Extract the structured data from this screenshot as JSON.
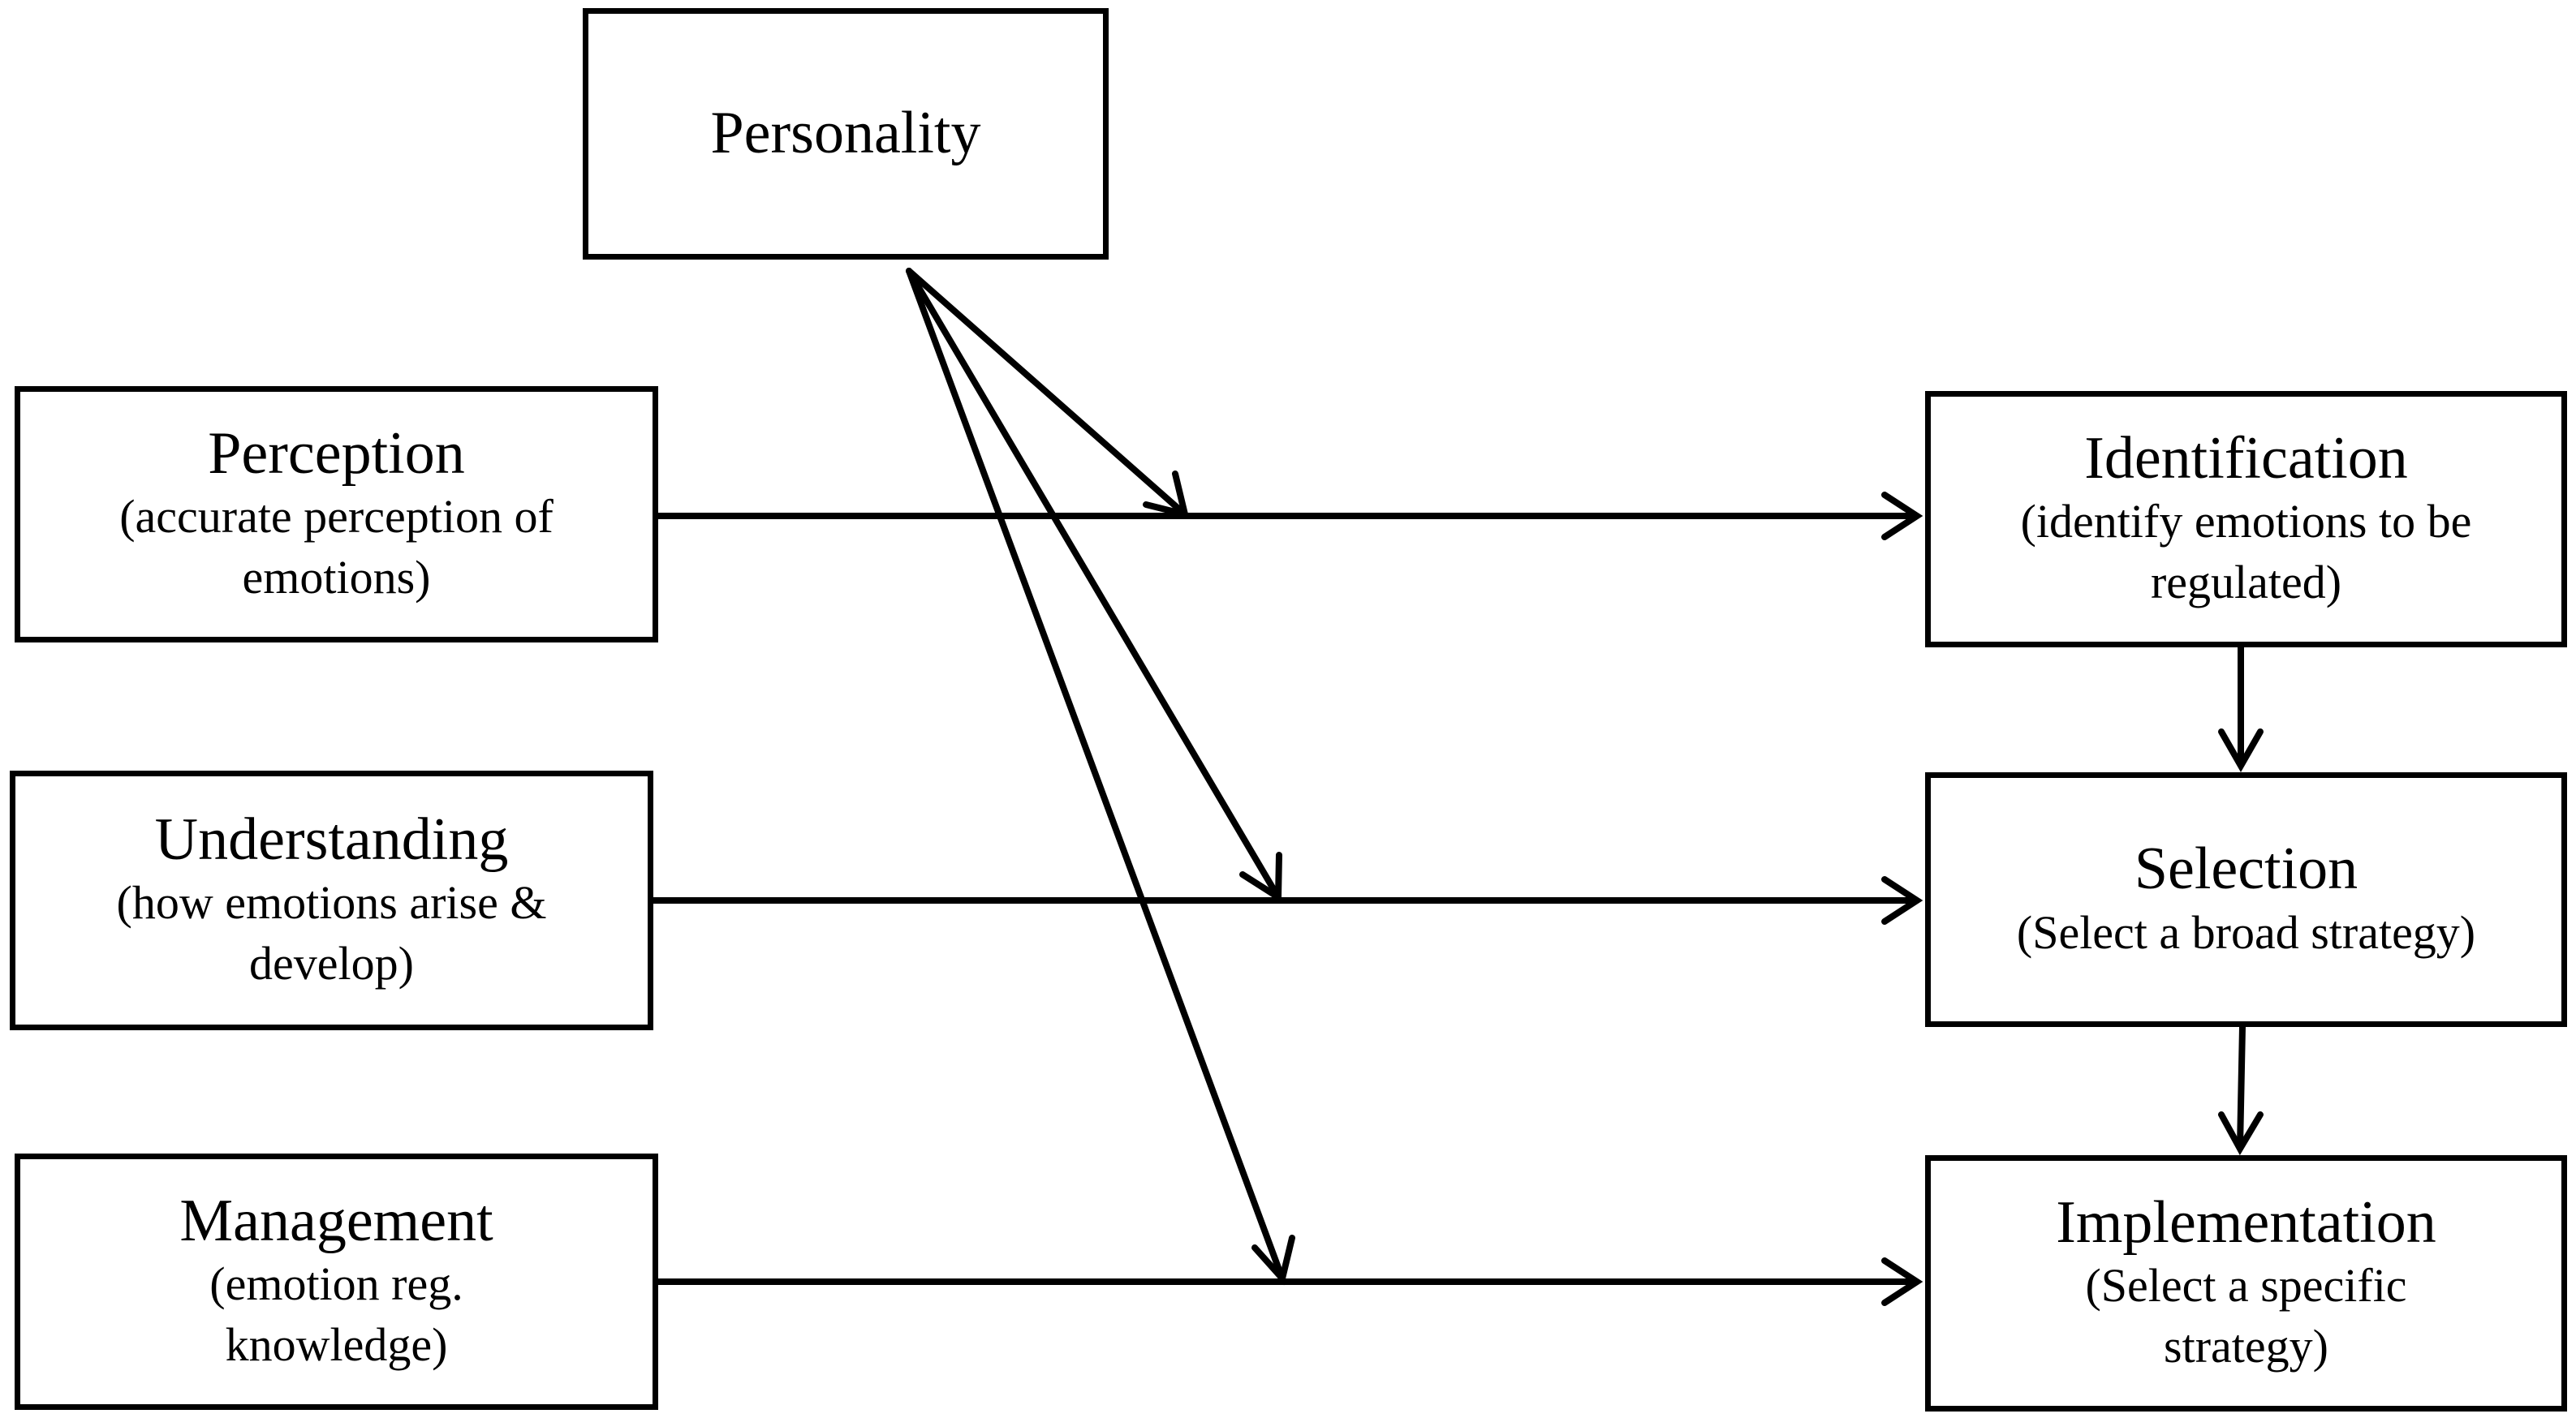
{
  "nodes": {
    "personality": {
      "title": "Personality"
    },
    "perception": {
      "title": "Perception",
      "desc": "(accurate perception of emotions)"
    },
    "understanding": {
      "title": "Understanding",
      "desc": "(how emotions arise & develop)"
    },
    "management": {
      "title": "Management",
      "desc": "(emotion reg. knowledge)"
    },
    "identification": {
      "title": "Identification",
      "desc": "(identify emotions to be regulated)"
    },
    "selection": {
      "title": "Selection",
      "desc": "(Select a broad strategy)"
    },
    "implementation": {
      "title": "Implementation",
      "desc": "(Select a specific strategy)"
    }
  },
  "colors": {
    "stroke": "#000000",
    "background": "#ffffff"
  },
  "edges": [
    {
      "from": "perception",
      "to": "identification"
    },
    {
      "from": "understanding",
      "to": "selection"
    },
    {
      "from": "management",
      "to": "implementation"
    },
    {
      "from": "identification",
      "to": "selection"
    },
    {
      "from": "selection",
      "to": "implementation"
    },
    {
      "from": "personality",
      "to": "perception-identification-path"
    },
    {
      "from": "personality",
      "to": "understanding-selection-path"
    },
    {
      "from": "personality",
      "to": "management-implementation-path"
    }
  ]
}
